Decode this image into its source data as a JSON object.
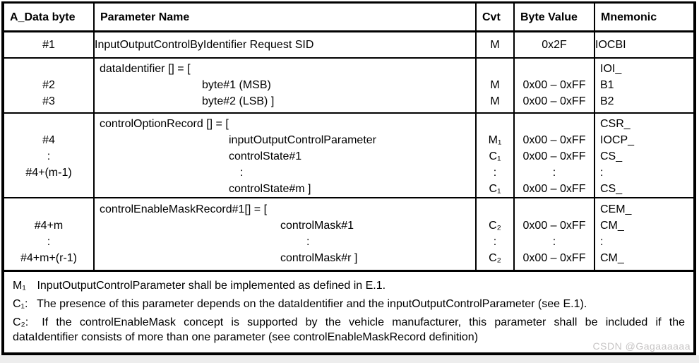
{
  "watermark": "CSDN @Gagaaaaaa",
  "table": {
    "headers": [
      "A_Data byte",
      "Parameter Name",
      "Cvt",
      "Byte Value",
      "Mnemonic"
    ],
    "row1": {
      "byte": "#1",
      "param": "InputOutputControlByIdentifier Request SID",
      "cvt": "M",
      "value": "0x2F",
      "mnemonic": "IOCBI"
    },
    "row2": {
      "byte": [
        "",
        "#2",
        "#3"
      ],
      "param": [
        "dataIdentifier [] = [",
        "byte#1 (MSB)",
        "byte#2 (LSB) ]"
      ],
      "cvt": [
        "",
        "M",
        "M"
      ],
      "value": [
        "",
        "0x00 – 0xFF",
        "0x00 – 0xFF"
      ],
      "mnemonic": [
        "IOI_",
        "B1",
        "B2"
      ]
    },
    "row3": {
      "byte": [
        "",
        "#4",
        ":",
        "#4+(m-1)",
        ""
      ],
      "param": [
        "controlOptionRecord [] = [",
        "inputOutputControlParameter",
        "controlState#1",
        ":",
        "controlState#m ]"
      ],
      "cvt": [
        "",
        "M₁",
        "C₁",
        ":",
        "C₁"
      ],
      "value": [
        "",
        "0x00 – 0xFF",
        "0x00 – 0xFF",
        ":",
        "0x00 – 0xFF"
      ],
      "mnemonic": [
        "CSR_",
        "IOCP_",
        "CS_",
        ":",
        "CS_"
      ]
    },
    "row4": {
      "byte": [
        "",
        "#4+m",
        ":",
        "#4+m+(r-1)"
      ],
      "param": [
        "controlEnableMaskRecord#1[] = [",
        "controlMask#1",
        ":",
        "controlMask#r ]"
      ],
      "cvt": [
        "",
        "C₂",
        ":",
        "C₂"
      ],
      "value": [
        "",
        "0x00 – 0xFF",
        ":",
        "0x00 – 0xFF"
      ],
      "mnemonic": [
        "CEM_",
        "CM_",
        ":",
        "CM_"
      ]
    }
  },
  "footnotes": {
    "m1": {
      "label": "M₁",
      "text": "InputOutputControlParameter shall be implemented as defined in E.1."
    },
    "c1": {
      "label": "C₁:",
      "text": "The presence of this parameter depends on the dataIdentifier and the inputOutputControlParameter (see E.1)."
    },
    "c2": {
      "label": "C₂:",
      "line1": "If the controlEnableMask concept is supported by the vehicle manufacturer, this parameter shall be included if the",
      "line2": "dataIdentifier consists of more than one parameter (see controlEnableMaskRecord definition)"
    }
  }
}
